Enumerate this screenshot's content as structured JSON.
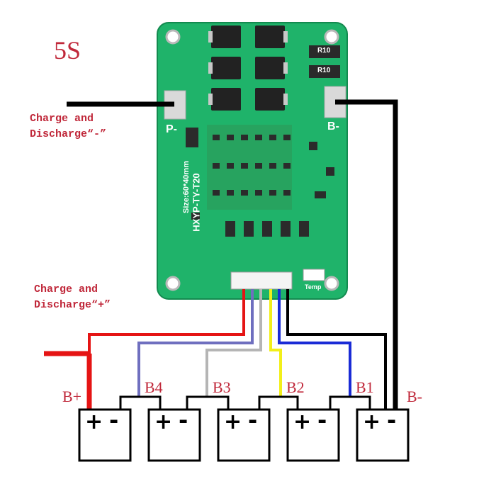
{
  "title": "5S",
  "labels": {
    "neg_line1": "Charge and",
    "neg_line2": "Discharge“-”",
    "pos_line1": "Charge and",
    "pos_line2": "Discharge“+”"
  },
  "board": {
    "model": "HXYP-TY-T20",
    "size": "Size:60*40mm",
    "p_minus": "P-",
    "b_minus": "B-",
    "temp": "Temp",
    "resistor1": "R10",
    "resistor2": "R10"
  },
  "nodes": {
    "b_plus": "B+",
    "b4": "B4",
    "b3": "B3",
    "b2": "B2",
    "b1": "B1",
    "b_minus": "B-"
  },
  "cells": [
    {
      "plus": "+",
      "minus": "-"
    },
    {
      "plus": "+",
      "minus": "-"
    },
    {
      "plus": "+",
      "minus": "-"
    },
    {
      "plus": "+",
      "minus": "-"
    },
    {
      "plus": "+",
      "minus": "-"
    }
  ],
  "colors": {
    "pcb": "#1fb36a",
    "red_wire": "#e51414",
    "purple_wire": "#6f6fbf",
    "gray_wire": "#b5b5b5",
    "yellow_wire": "#f2ef1a",
    "blue_wire": "#1a2bd6",
    "black_wire": "#000000",
    "label_red": "#c0283a"
  }
}
